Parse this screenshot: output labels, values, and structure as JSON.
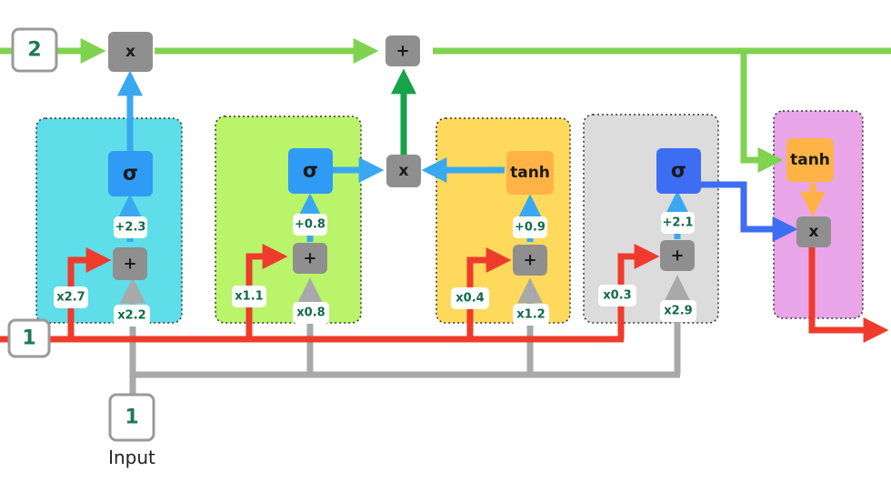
{
  "long_term_memory": {
    "value": "2"
  },
  "short_term_memory": {
    "value": "1"
  },
  "input": {
    "value": "1",
    "caption": "Input"
  },
  "ops": {
    "multiply": "x",
    "add": "+",
    "sigmoid": "σ",
    "tanh": "tanh"
  },
  "forget_gate": {
    "input_weight": "x2.2",
    "short_weight": "x2.7",
    "bias": "+2.3"
  },
  "input_gate_percent": {
    "input_weight": "x0.8",
    "short_weight": "x1.1",
    "bias": "+0.8"
  },
  "input_gate_candidate": {
    "input_weight": "x1.2",
    "short_weight": "x0.4",
    "bias": "+0.9"
  },
  "output_gate": {
    "input_weight": "x2.9",
    "short_weight": "x0.3",
    "bias": "+2.1"
  },
  "colors": {
    "green_line": "#7fd34e",
    "green_dark": "#16a34a",
    "red_line": "#ef3b2c",
    "gray_line": "#a9a9a9",
    "blue_arrow": "#3aa8f0",
    "forget_bg": "#5fdde8",
    "input_bg": "#b9f46a",
    "candidate_bg": "#ffd95c",
    "output_bg": "#dcdcdc",
    "final_bg": "#e8a6e8",
    "sigma_blue": "#2f9bf4",
    "sigma_dark_blue": "#3d6df2",
    "tanh_orange": "#ffb347",
    "op_gray": "#8f8f8f"
  }
}
